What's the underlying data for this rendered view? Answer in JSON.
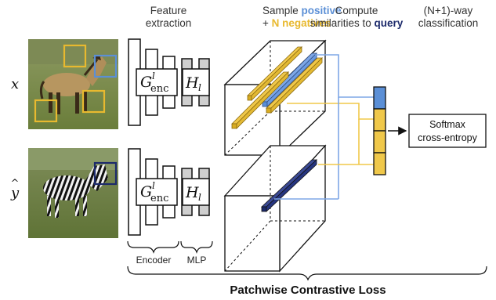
{
  "headers": {
    "feature_extraction": {
      "line1": "Feature",
      "line2": "extraction"
    },
    "sample": {
      "prefix": "Sample ",
      "positive": "positive",
      "plus": "+ ",
      "negatives": "N negatives"
    },
    "compute": {
      "line1": "Compute",
      "line2_prefix": "similarities to ",
      "query": "query"
    },
    "classification": {
      "line1": "(N+1)-way",
      "line2": "classification"
    }
  },
  "labels": {
    "x": "x",
    "y": "y",
    "encoder": "Encoder",
    "mlp": "MLP",
    "loss": "Patchwise Contrastive Loss"
  },
  "softmax": {
    "line1": "Softmax",
    "line2": "cross-entropy"
  },
  "colors": {
    "positive": "#5b8fd6",
    "negative": "#f0c84a",
    "query": "#1c2a6b",
    "mlp_fill": "#cfcfcf"
  }
}
